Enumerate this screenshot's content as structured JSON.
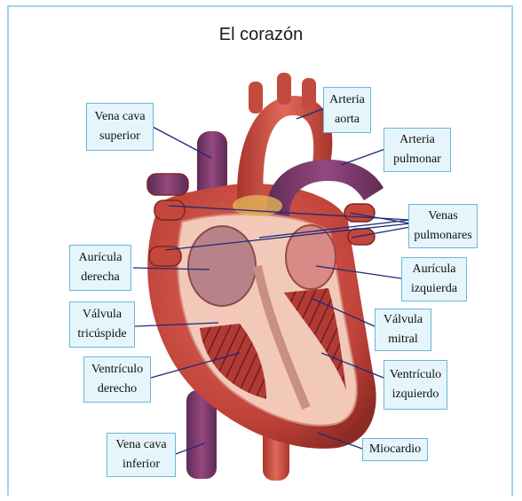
{
  "title": "El corazón",
  "labels": {
    "vena_cava_superior": [
      "Vena cava",
      "superior"
    ],
    "arteria_aorta": [
      "Arteria",
      "aorta"
    ],
    "arteria_pulmonar": [
      "Arteria",
      "pulmonar"
    ],
    "venas_pulmonares": [
      "Venas",
      "pulmonares"
    ],
    "auricula_derecha": [
      "Aurícula",
      "derecha"
    ],
    "auricula_izquierda": [
      "Aurícula",
      "izquierda"
    ],
    "valvula_tricuspide": [
      "Válvula",
      "tricúspide"
    ],
    "valvula_mitral": [
      "Válvula",
      "mitral"
    ],
    "ventriculo_derecho": [
      "Ventrículo",
      "derecho"
    ],
    "ventriculo_izquierdo": [
      "Ventrículo",
      "izquierdo"
    ],
    "vena_cava_inferior": [
      "Vena cava",
      "inferior"
    ],
    "miocardio": [
      "Miocardio"
    ]
  },
  "colors": {
    "frame": "#9fd3ea",
    "label_bg": "#e6f5fb",
    "label_border": "#6ab7d8",
    "leader_line": "#1c2a7a",
    "muscle": "#c8483a",
    "muscle_dark": "#8e2a24",
    "vein_purple": "#7a3a6a",
    "interior": "#f2c9b8"
  }
}
